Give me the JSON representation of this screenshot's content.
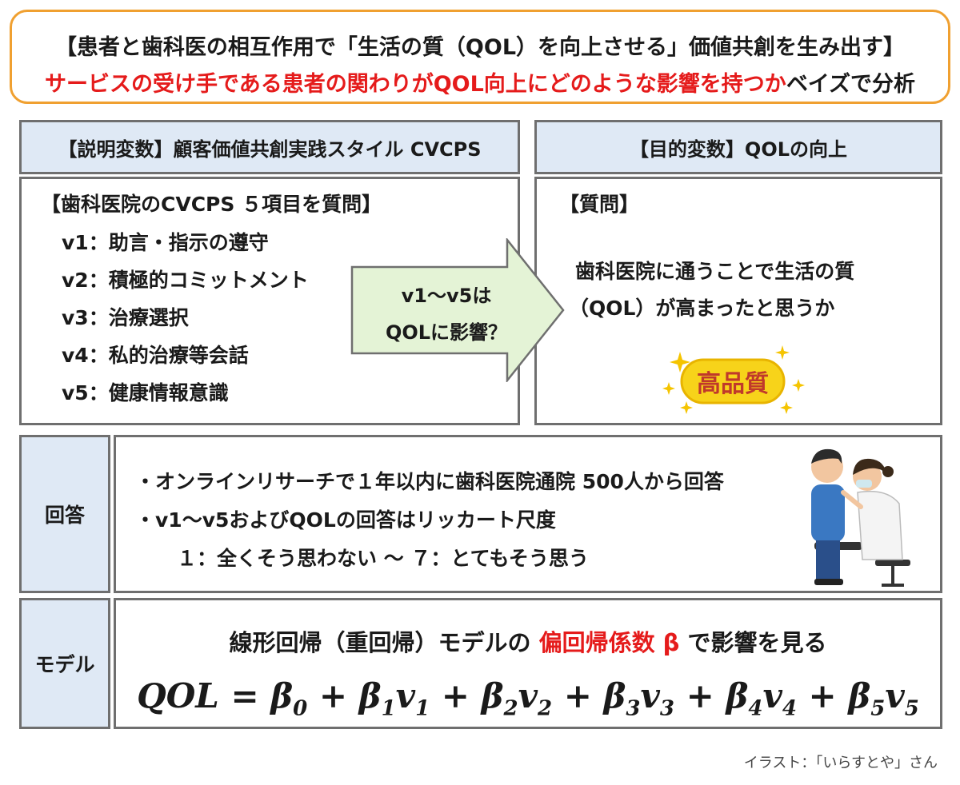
{
  "title": {
    "line1": "【患者と歯科医の相互作用で「生活の質（QOL）を向上させる」価値共創を生み出す】",
    "line2_red": "サービスの受け手である患者の関わりがQOL向上にどのような影響を持つか",
    "line2_black": "ベイズで分析"
  },
  "explanatory": {
    "header": "【説明変数】顧客価値共創実践スタイル CVCPS",
    "subtitle": "【歯科医院のCVCPS ５項目を質問】",
    "items": [
      "v1：助言・指示の遵守",
      "v2：積極的コミットメント",
      "v3：治療選択",
      "v4：私的治療等会話",
      "v5：健康情報意識"
    ]
  },
  "arrow": {
    "line1": "v1〜v5は",
    "line2": "QOLに影響？"
  },
  "objective": {
    "header": "【目的変数】QOLの向上",
    "subtitle": "【質問】",
    "question_line1": "歯科医院に通うことで生活の質",
    "question_line2": "（QOL）が高まったと思うか",
    "badge": "高品質"
  },
  "answer": {
    "label": "回答",
    "line1": "・オンラインリサーチで１年以内に歯科医院通院 500人から回答",
    "line2": "・v1〜v5およびQOLの回答はリッカート尺度",
    "line3": "１：全くそう思わない 〜 ７：とてもそう思う"
  },
  "model": {
    "label": "モデル",
    "text_before": "線形回帰（重回帰）モデルの ",
    "text_red": "偏回帰係数 β",
    "text_after": " で影響を見る",
    "formula_lhs": "QOL",
    "formula_terms": [
      "β0",
      "β1v1",
      "β2v2",
      "β3v3",
      "β4v4",
      "β5v5"
    ]
  },
  "credit": "イラスト：「いらすとや」さん",
  "colors": {
    "accent_red": "#e51b1b",
    "header_blue": "#dfe9f5",
    "title_border": "#f0a030",
    "arrow_fill": "#e4f3d6"
  }
}
